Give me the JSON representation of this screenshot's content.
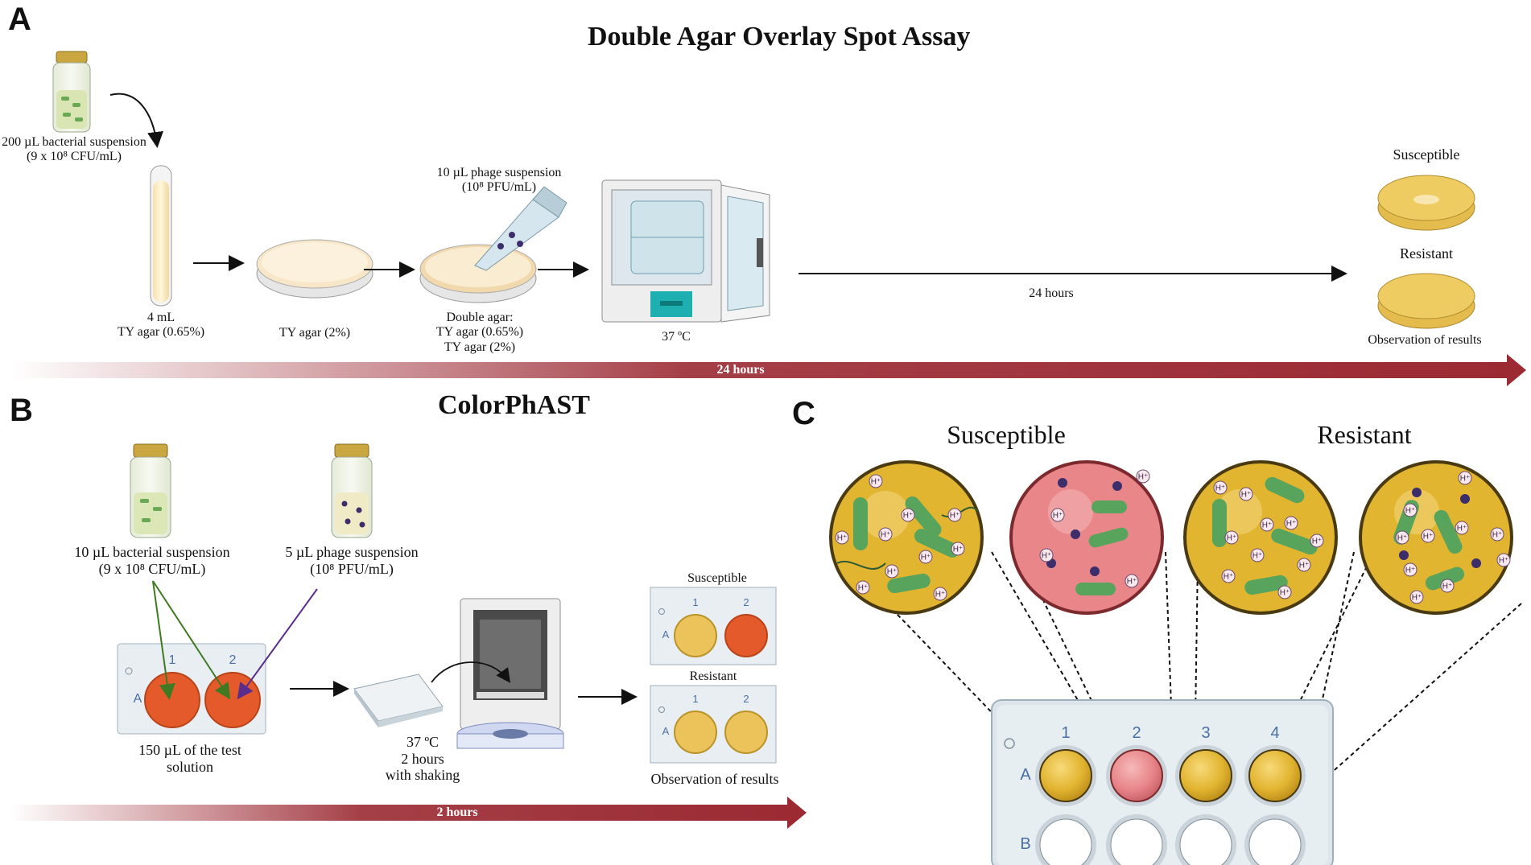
{
  "panels": {
    "a": "A",
    "b": "B",
    "c": "C"
  },
  "panel_a": {
    "title": "Double Agar Overlay Spot Assay",
    "bacterial_suspension_1": "200 µL bacterial suspension",
    "bacterial_suspension_2": "(9 x 10⁸ CFU/mL)",
    "tube_1": "4 mL",
    "tube_2": "TY agar (0.65%)",
    "plate_label": "TY agar (2%)",
    "phage_suspension_1": "10 µL phage suspension",
    "phage_suspension_2": "(10⁸ PFU/mL)",
    "double_agar_1": "Double agar:",
    "double_agar_2": "TY agar (0.65%)",
    "double_agar_3": "TY agar (2%)",
    "incubator_temp": "37 ºC",
    "incubation_time": "24 hours",
    "susceptible": "Susceptible",
    "resistant": "Resistant",
    "observation": "Observation of results",
    "timeline": "24 hours"
  },
  "panel_b": {
    "title": "ColorPhAST",
    "bacterial_suspension_1": "10 µL bacterial suspension",
    "bacterial_suspension_2": "(9 x 10⁸ CFU/mL)",
    "phage_suspension_1": "5 µL phage suspension",
    "phage_suspension_2": "(10⁸ PFU/mL)",
    "col1": "1",
    "col2": "2",
    "row_a": "A",
    "test_solution_1": "150 µL of the test",
    "test_solution_2": "solution",
    "incubation_1": "37 ºC",
    "incubation_2": "2 hours",
    "incubation_3": "with shaking",
    "susceptible": "Susceptible",
    "resistant": "Resistant",
    "observation": "Observation of results",
    "timeline": "2 hours"
  },
  "panel_c": {
    "susceptible": "Susceptible",
    "resistant": "Resistant",
    "col1": "1",
    "col2": "2",
    "col3": "3",
    "col4": "4",
    "row_a": "A",
    "row_b": "B",
    "proton": "H⁺"
  },
  "colors": {
    "timeline_red": "#9b2a33",
    "indicator_orange": "#e45a2a",
    "indicator_yellow": "#ecc25a",
    "well_pink": "#e8868a",
    "well_gold": "#e2b531",
    "bacteria_green": "#58a45c",
    "agar_cream": "#f7e6c7"
  }
}
